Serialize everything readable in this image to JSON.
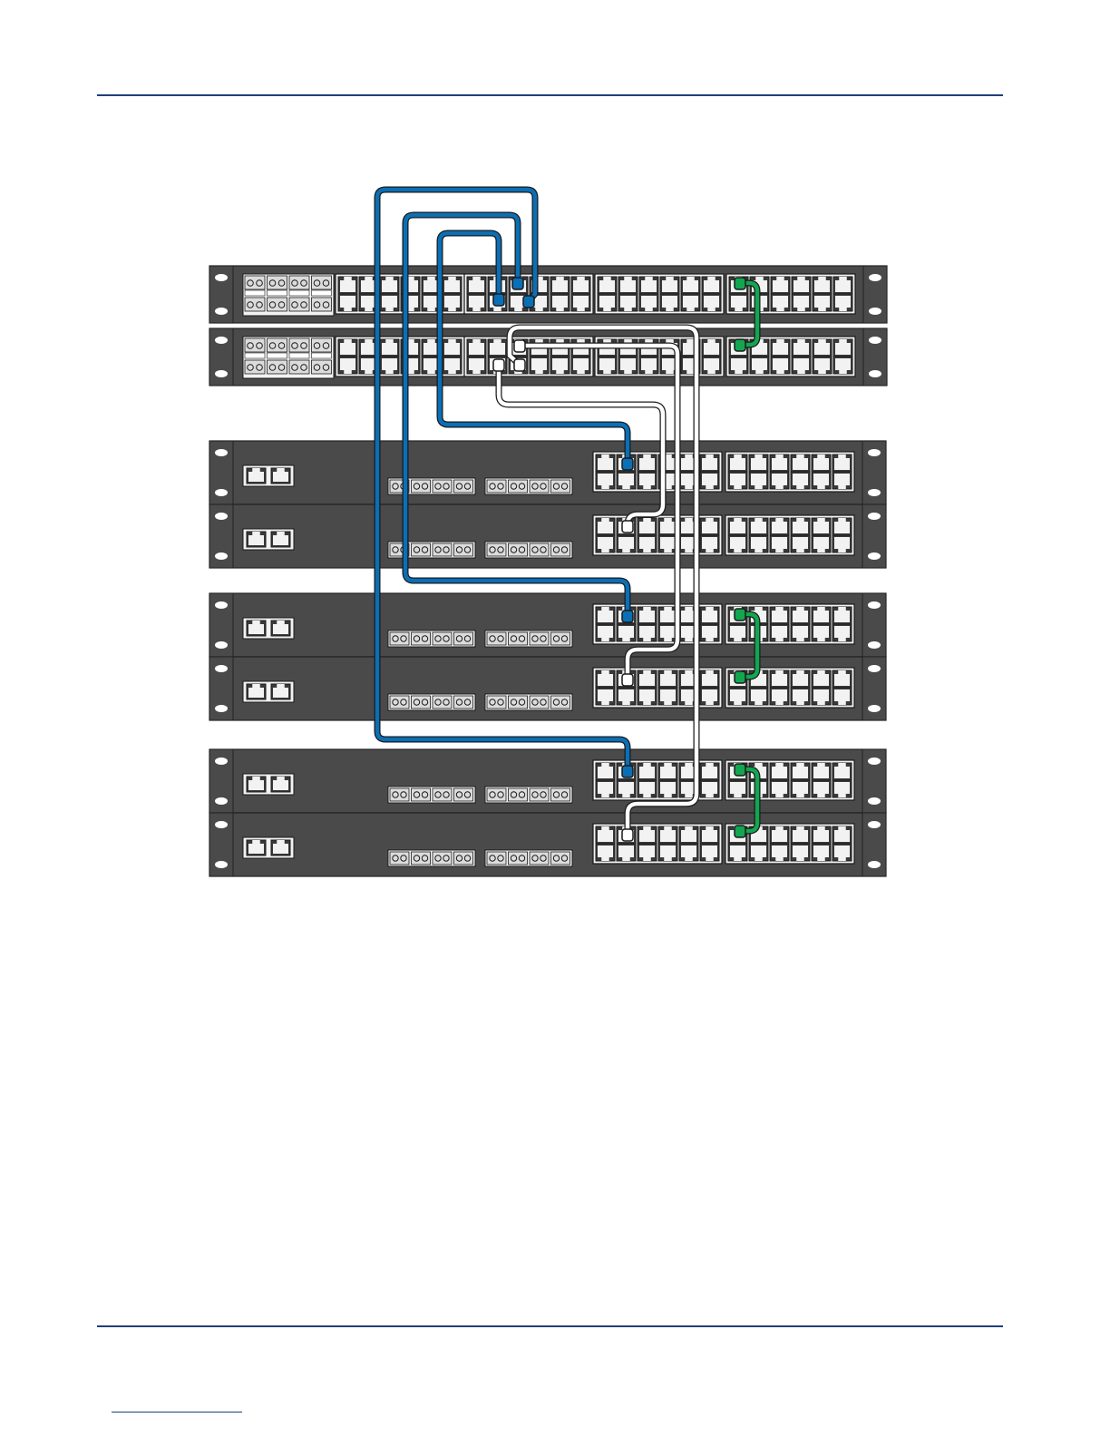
{
  "page": {
    "rule_color": "#1f3f7a",
    "footer_link_text": ""
  },
  "diagram": {
    "description_visible_text": "",
    "colors": {
      "chassis": "#4a4a4a",
      "chassis_dark": "#222222",
      "port_face": "#555555",
      "port_outline": "#1a1a1a",
      "cable_blue": "#0a6fb5",
      "cable_white": "#ffffff",
      "cable_green": "#13a650"
    },
    "units": [
      {
        "id": "core-switch-1",
        "kind": "core-switch"
      },
      {
        "id": "core-switch-2",
        "kind": "core-switch"
      },
      {
        "id": "stack-a-switch-1",
        "kind": "access-switch"
      },
      {
        "id": "stack-a-switch-2",
        "kind": "access-switch"
      },
      {
        "id": "stack-b-switch-1",
        "kind": "access-switch"
      },
      {
        "id": "stack-b-switch-2",
        "kind": "access-switch"
      },
      {
        "id": "stack-c-switch-1",
        "kind": "access-switch"
      },
      {
        "id": "stack-c-switch-2",
        "kind": "access-switch"
      }
    ],
    "cables": [
      {
        "id": "uplink-blue-1",
        "color": "blue",
        "from": "core-switch-1",
        "to": "stack-c-switch-1"
      },
      {
        "id": "uplink-blue-2",
        "color": "blue",
        "from": "core-switch-1",
        "to": "stack-b-switch-1"
      },
      {
        "id": "uplink-blue-3",
        "color": "blue",
        "from": "core-switch-1",
        "to": "stack-a-switch-1"
      },
      {
        "id": "uplink-white-1",
        "color": "white",
        "from": "core-switch-2",
        "to": "stack-a-switch-2"
      },
      {
        "id": "uplink-white-2",
        "color": "white",
        "from": "core-switch-2",
        "to": "stack-b-switch-2"
      },
      {
        "id": "uplink-white-3",
        "color": "white",
        "from": "core-switch-2",
        "to": "stack-c-switch-2"
      },
      {
        "id": "stack-green-core",
        "color": "green",
        "from": "core-switch-1",
        "to": "core-switch-2"
      },
      {
        "id": "stack-green-b",
        "color": "green",
        "from": "stack-b-switch-1",
        "to": "stack-b-switch-2"
      },
      {
        "id": "stack-green-c",
        "color": "green",
        "from": "stack-c-switch-1",
        "to": "stack-c-switch-2"
      }
    ]
  }
}
